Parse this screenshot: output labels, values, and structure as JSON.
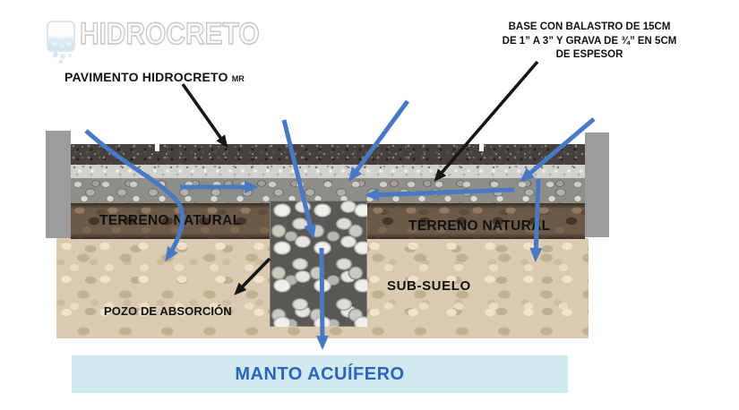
{
  "logo": {
    "brand": "HIDROCRETO",
    "icon": "water-drop-icon"
  },
  "annotations": {
    "pavement_label": "PAVIMENTO HIDROCRETO",
    "pavement_tm": "MR",
    "base_label_line1": "BASE CON BALASTRO DE 15CM",
    "base_label_line2": "DE 1” A 3” Y GRAVA DE ¾” EN 5CM",
    "base_label_line3": "DE ESPESOR",
    "terreno_left": "TERRENO NATURAL",
    "terreno_right": "TERRENO NATURAL",
    "subsuelo": "SUB-SUELO",
    "pozo": "POZO DE ABSORCIÓN",
    "manto": "MANTO ACUÍFERO"
  },
  "colors": {
    "water_arrow_blue": "#4a79c4",
    "annotation_arrow_black": "#161616",
    "aquifer_band": "#cfe9ee",
    "aquifer_text": "#2d66b6",
    "curb_gray": "#9c9c9c",
    "terrain_brown": "#6d5947",
    "subsoil_beige": "#d9cab0"
  }
}
